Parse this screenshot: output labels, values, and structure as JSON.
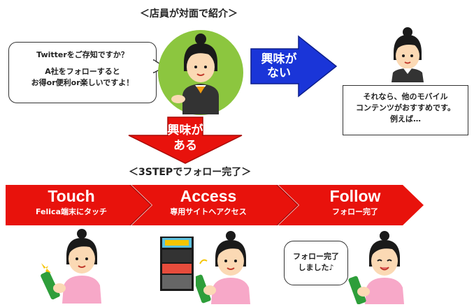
{
  "header": {
    "title": "＜店員が対面で紹介＞"
  },
  "clerk_speech": {
    "line1": "Twitterをご存知ですか？",
    "line2": "A社をフォローすると",
    "line3": "お得or便利or楽しいですよ！"
  },
  "not_interested": {
    "line1": "興味が",
    "line2": "ない"
  },
  "interested": {
    "line1": "興味が",
    "line2": "ある"
  },
  "alt_message": {
    "line1": "それなら、他のモバイル",
    "line2": "コンテンツがおすすめです。",
    "line3": "例えば…"
  },
  "steps_heading": "＜3STEPでフォロー完了＞",
  "steps": [
    {
      "title": "Touch",
      "subtitle": "Felica端末にタッチ"
    },
    {
      "title": "Access",
      "subtitle": "専用サイトへアクセス"
    },
    {
      "title": "Follow",
      "subtitle": "フォロー完了"
    }
  ],
  "follow_speech": {
    "line1": "フォロー完了",
    "line2": "しました♪"
  },
  "colors": {
    "red": "#e8120c",
    "blue": "#1a35d8",
    "green": "#8cc63f",
    "skin": "#fbd9b4",
    "pink": "#f7a8c8"
  }
}
